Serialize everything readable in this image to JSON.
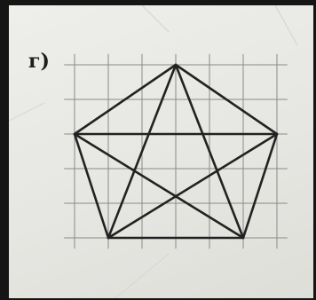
{
  "figure": {
    "label": "г)",
    "grid": {
      "columns": 6,
      "rows": 5
    },
    "pentagon_vertices": [
      {
        "name": "top",
        "col": 3.0,
        "row": 0.0
      },
      {
        "name": "right",
        "col": 6.0,
        "row": 2.0
      },
      {
        "name": "bottom-right",
        "col": 5.0,
        "row": 5.0
      },
      {
        "name": "bottom-left",
        "col": 1.0,
        "row": 5.0
      },
      {
        "name": "left",
        "col": 0.0,
        "row": 2.0
      }
    ],
    "colors": {
      "paper": "#e8e8e4",
      "grid_line": "#8a8a8a",
      "figure_line": "#222222"
    }
  }
}
